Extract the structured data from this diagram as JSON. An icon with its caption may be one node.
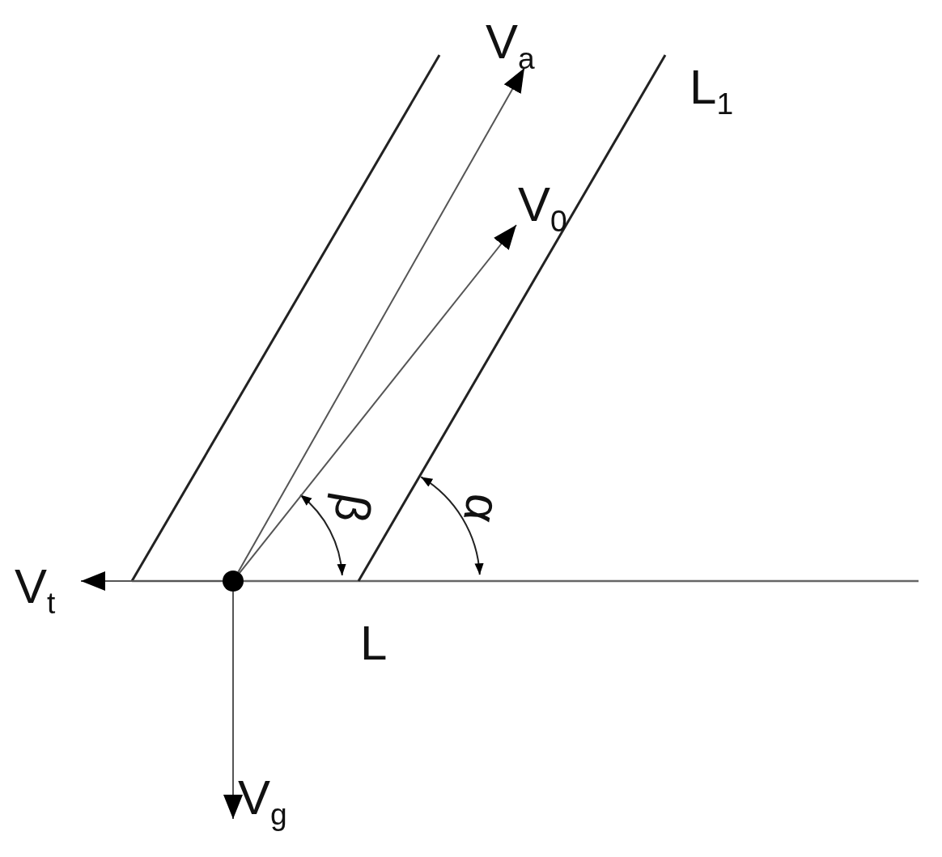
{
  "diagram": {
    "nodes": [
      {
        "text": [],
        "shape": "circle"
      },
      {
        "text": [
          "V$_{a}$"
        ]
      },
      {
        "text": [
          "V$_{0}$"
        ]
      },
      {
        "text": [
          "V$_{t}$"
        ]
      },
      {
        "text": [
          "V$_{g}$"
        ]
      }
    ],
    "edges": [
      {
        "from": 0,
        "to": 1,
        "arrow": "to"
      },
      {
        "from": 0,
        "to": 2,
        "arrow": "to"
      },
      {
        "from": 0,
        "to": 3,
        "arrow": "to"
      },
      {
        "from": 0,
        "to": 4,
        "arrow": "to"
      }
    ],
    "labels": [
      "L$_{1}$",
      "L",
      "β",
      "α"
    ]
  }
}
